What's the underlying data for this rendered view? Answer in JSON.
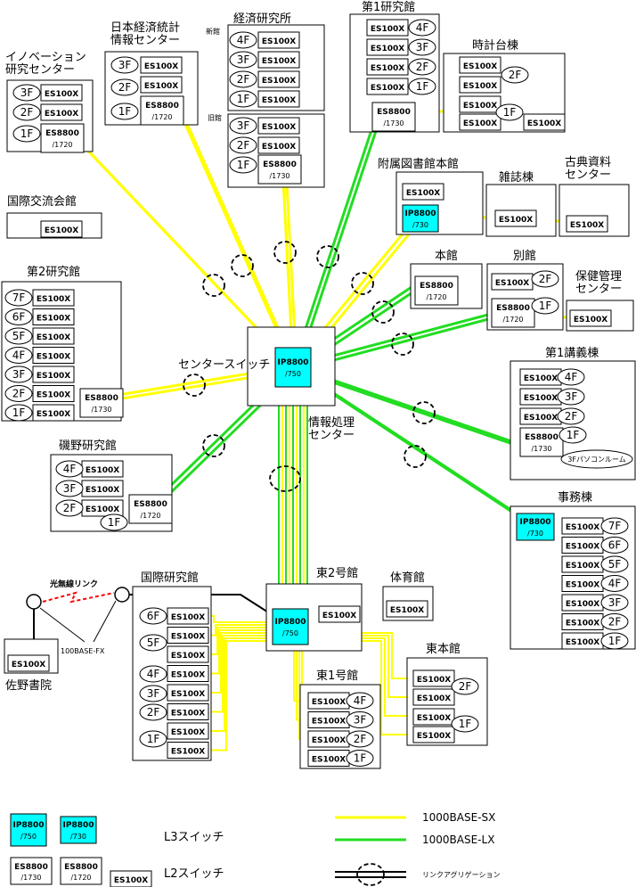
{
  "colors": {
    "sx": "#ffff00",
    "lx": "#22dd22",
    "l3": "#00ffff",
    "agg": "#000000",
    "wireless": "#ff0000"
  },
  "labels": {
    "center_switch": "センタースイッチ",
    "center": "情報処理\nセンター",
    "innovation": "イノベーション\n研究センター",
    "nikkei": "日本経済統計\n情報センター",
    "keizai": "経済研究所",
    "shinkan": "新館",
    "kyukan": "旧館",
    "dai1ken": "第1研究館",
    "tokei": "時計台棟",
    "fuzoku": "附属図書館本館",
    "zasshi": "雑誌棟",
    "koten": "古典資料\nセンター",
    "kokusai_koryu": "国際交流会館",
    "dai2ken": "第2研究館",
    "honkan": "本館",
    "bekkan": "別館",
    "hoken": "保健管理\nセンター",
    "dai1kogi": "第1講義棟",
    "pasokon": "3Fパソコンルーム",
    "isono": "磯野研究館",
    "jimu": "事務棟",
    "kokusai_ken": "国際研究館",
    "higashi2": "東2号館",
    "taiiku": "体育館",
    "higashihon": "東本館",
    "higashi1": "東1号館",
    "sano": "佐野書院",
    "wireless": "光無線リンク",
    "fx": "100BASE-FX"
  },
  "switches": {
    "es100x": "ES100X",
    "es8800": "ES8800",
    "n1730": "/1730",
    "n1720": "/1720",
    "ip8800": "IP8800",
    "n750": "/750",
    "n730": "/730"
  },
  "floors": [
    "1F",
    "2F",
    "3F",
    "4F",
    "5F",
    "6F",
    "7F"
  ],
  "legend": {
    "l3": "L3スイッチ",
    "l2": "L2スイッチ",
    "sx": "1000BASE-SX",
    "lx": "1000BASE-LX",
    "agg": "リンクアグリゲーション"
  }
}
